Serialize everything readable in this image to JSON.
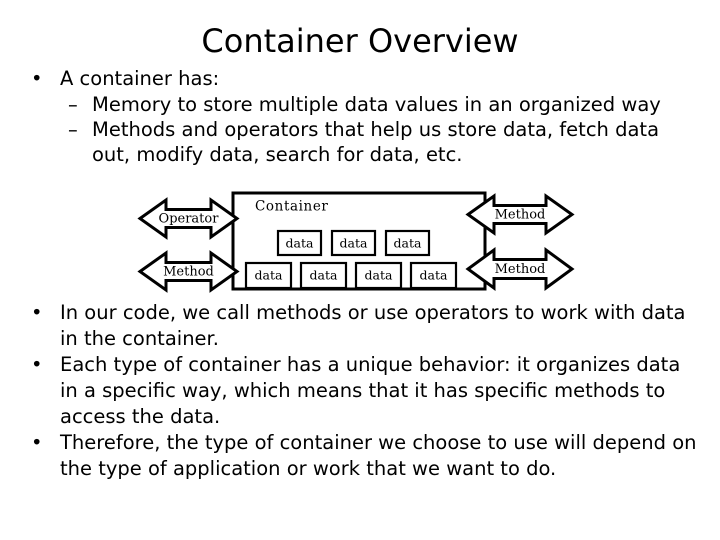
{
  "slide": {
    "title": "Container Overview",
    "background_color": "#ffffff",
    "text_color": "#000000"
  },
  "bullets_top": [
    {
      "level": 0,
      "marker": "•",
      "text": "A container has:"
    },
    {
      "level": 1,
      "marker": "–",
      "text": "Memory to store multiple data values in an organized way"
    },
    {
      "level": 1,
      "marker": "–",
      "text": "Methods and operators that help us store data, fetch data out, modify data, search for data, etc."
    }
  ],
  "bullets_bottom": [
    {
      "level": 0,
      "marker": "•",
      "text": "In our code, we call methods or use operators to work with data in the container."
    },
    {
      "level": 0,
      "marker": "•",
      "text": "Each type of container has a unique behavior: it organizes data in a specific way, which means that it has specific methods to access the data."
    },
    {
      "level": 0,
      "marker": "•",
      "text": "Therefore, the type of container we choose to use will depend on the type of application or work that we want to do."
    }
  ],
  "diagram": {
    "container_label": "Container",
    "stroke_color": "#000000",
    "fill_color": "#ffffff",
    "data_row_1": [
      "data",
      "data",
      "data"
    ],
    "data_row_2": [
      "data",
      "data",
      "data",
      "data"
    ],
    "arrows_left": [
      {
        "label": "Operator",
        "direction": "bidirectional"
      },
      {
        "label": "Method",
        "direction": "bidirectional"
      }
    ],
    "arrows_right": [
      {
        "label": "Method",
        "direction": "bidirectional"
      },
      {
        "label": "Method",
        "direction": "bidirectional"
      }
    ]
  }
}
